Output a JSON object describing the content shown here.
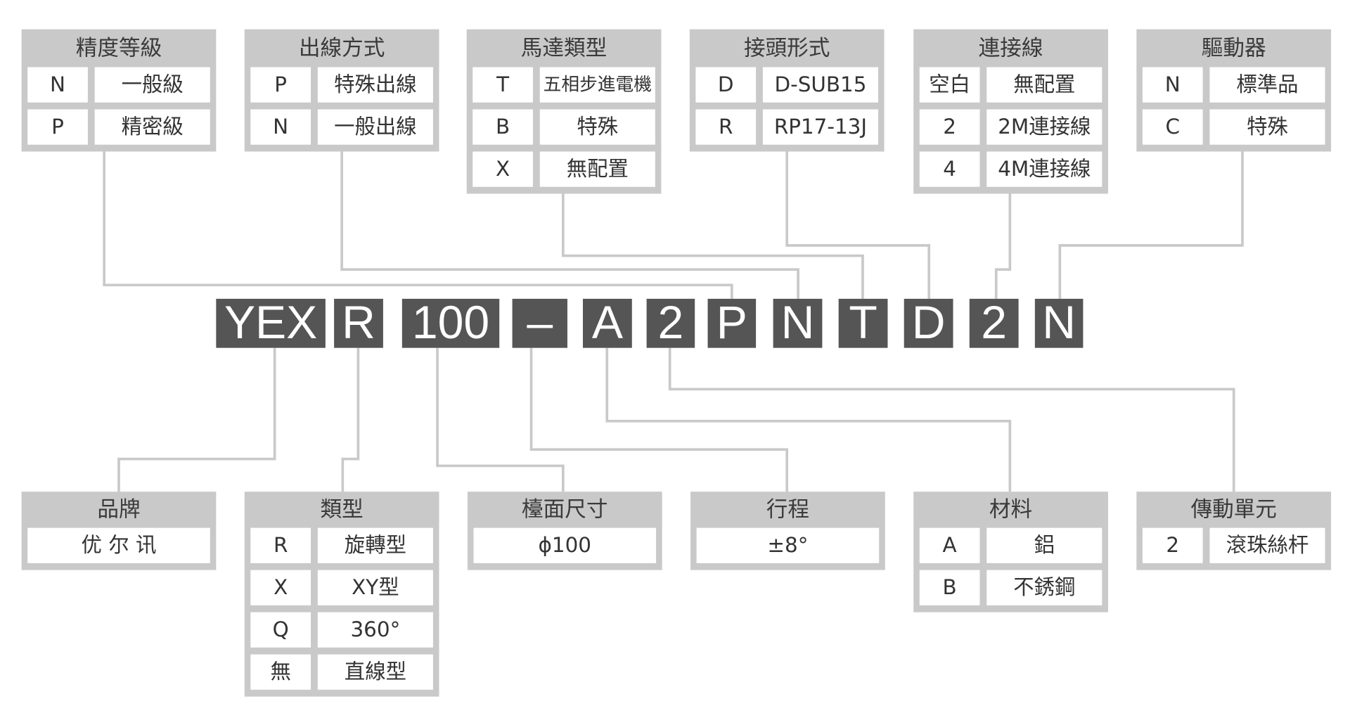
{
  "top_groups": [
    {
      "title": "精度等級",
      "rows": [
        [
          "N",
          "一般級"
        ],
        [
          "P",
          "精密級"
        ]
      ]
    },
    {
      "title": "出線方式",
      "rows": [
        [
          "P",
          "特殊出線"
        ],
        [
          "N",
          "一般出線"
        ]
      ]
    },
    {
      "title": "馬達類型",
      "rows": [
        [
          "T",
          "五相步進電機"
        ],
        [
          "B",
          "特殊"
        ],
        [
          "X",
          "無配置"
        ]
      ]
    },
    {
      "title": "接頭形式",
      "rows": [
        [
          "D",
          "D-SUB15"
        ],
        [
          "R",
          "RP17-13J"
        ]
      ]
    },
    {
      "title": "連接線",
      "rows": [
        [
          "空白",
          "無配置"
        ],
        [
          "2",
          "2M連接線"
        ],
        [
          "4",
          "4M連接線"
        ]
      ]
    },
    {
      "title": "驅動器",
      "rows": [
        [
          "N",
          "標準品"
        ],
        [
          "C",
          "特殊"
        ]
      ]
    }
  ],
  "codes": [
    "YEX",
    "R",
    "100",
    "–",
    "A",
    "2",
    "P",
    "N",
    "T",
    "D",
    "2",
    "N"
  ],
  "bottom_groups": [
    {
      "title": "品牌",
      "value": "优 尔 讯"
    },
    {
      "title": "類型",
      "rows": [
        [
          "R",
          "旋轉型"
        ],
        [
          "X",
          "XY型"
        ],
        [
          "Q",
          "360°"
        ],
        [
          "無",
          "直線型"
        ]
      ]
    },
    {
      "title": "檯面尺寸",
      "value": "ϕ100"
    },
    {
      "title": "行程",
      "value": "±8°"
    },
    {
      "title": "材料",
      "rows": [
        [
          "A",
          "鋁"
        ],
        [
          "B",
          "不銹鋼"
        ]
      ]
    },
    {
      "title": "傳動單元",
      "rows": [
        [
          "2",
          "滾珠絲杆"
        ]
      ]
    }
  ]
}
